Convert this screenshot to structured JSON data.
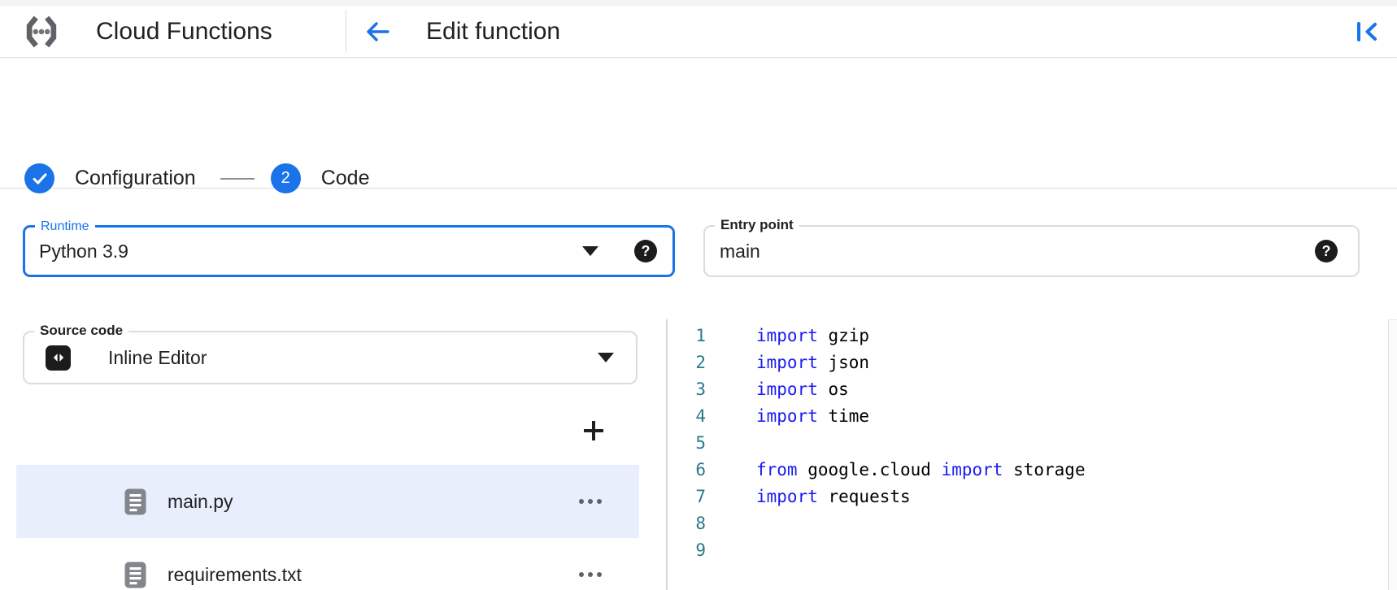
{
  "header": {
    "app_title": "Cloud Functions",
    "page_title": "Edit function"
  },
  "stepper": {
    "steps": [
      {
        "label": "Configuration",
        "state": "completed"
      },
      {
        "label": "Code",
        "number": "2",
        "state": "current"
      }
    ]
  },
  "form": {
    "runtime": {
      "label": "Runtime",
      "value": "Python 3.9"
    },
    "entry_point": {
      "label": "Entry point",
      "value": "main"
    },
    "source_code": {
      "label": "Source code",
      "value": "Inline Editor"
    }
  },
  "files": [
    {
      "name": "main.py",
      "selected": true
    },
    {
      "name": "requirements.txt",
      "selected": false
    }
  ],
  "editor": {
    "lines": [
      {
        "segments": [
          {
            "text": "import",
            "type": "keyword"
          },
          {
            "text": " gzip",
            "type": "plain"
          }
        ]
      },
      {
        "segments": [
          {
            "text": "import",
            "type": "keyword"
          },
          {
            "text": " json",
            "type": "plain"
          }
        ]
      },
      {
        "segments": [
          {
            "text": "import",
            "type": "keyword"
          },
          {
            "text": " os",
            "type": "plain"
          }
        ]
      },
      {
        "segments": [
          {
            "text": "import",
            "type": "keyword"
          },
          {
            "text": " time",
            "type": "plain"
          }
        ]
      },
      {
        "segments": []
      },
      {
        "segments": [
          {
            "text": "from",
            "type": "keyword"
          },
          {
            "text": " google.cloud ",
            "type": "plain"
          },
          {
            "text": "import",
            "type": "keyword"
          },
          {
            "text": " storage",
            "type": "plain"
          }
        ]
      },
      {
        "segments": [
          {
            "text": "import",
            "type": "keyword"
          },
          {
            "text": " requests",
            "type": "plain"
          }
        ]
      },
      {
        "segments": []
      },
      {
        "segments": []
      }
    ]
  },
  "colors": {
    "accent": "#1a73e8",
    "keyword": "#1a1af0",
    "line_number": "#2a7a8c",
    "selected_row": "#e8eefb"
  }
}
